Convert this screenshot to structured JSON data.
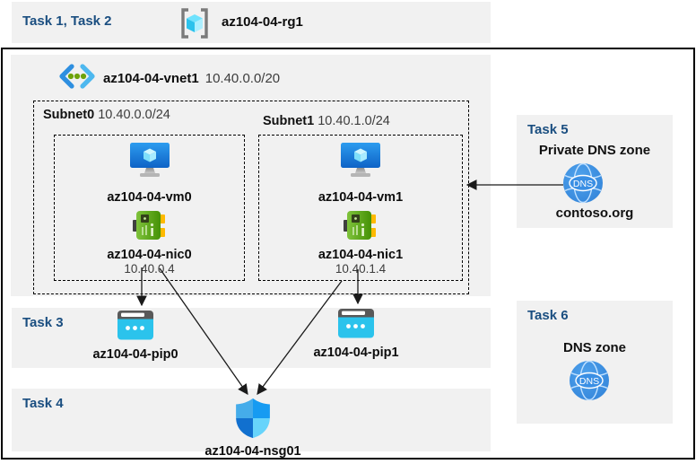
{
  "colors": {
    "band_bg": "#F1F1F1",
    "task_label_blue": "#1A4E80",
    "box_border": "#000000",
    "arrow": "#1A1A1A"
  },
  "header": {
    "tasks_label": "Task 1, Task 2",
    "resource_group": "az104-04-rg1"
  },
  "vnet": {
    "name": "az104-04-vnet1",
    "cidr": "10.40.0.0/20",
    "subnets": [
      {
        "name": "Subnet0",
        "cidr": "10.40.0.0/24",
        "vm_name": "az104-04-vm0",
        "nic_name": "az104-04-nic0",
        "nic_ip": "10.40.0.4"
      },
      {
        "name": "Subnet1",
        "cidr": "10.40.1.0/24",
        "vm_name": "az104-04-vm1",
        "nic_name": "az104-04-nic1",
        "nic_ip": "10.40.1.4"
      }
    ]
  },
  "task3": {
    "label": "Task 3",
    "pip0": "az104-04-pip0",
    "pip1": "az104-04-pip1"
  },
  "task4": {
    "label": "Task 4",
    "nsg_name": "az104-04-nsg01"
  },
  "task5": {
    "label": "Task 5",
    "title": "Private DNS zone",
    "zone_name": "contoso.org",
    "dns_icon_text": "DNS"
  },
  "task6": {
    "label": "Task 6",
    "title": "DNS zone",
    "dns_icon_text": "DNS"
  }
}
